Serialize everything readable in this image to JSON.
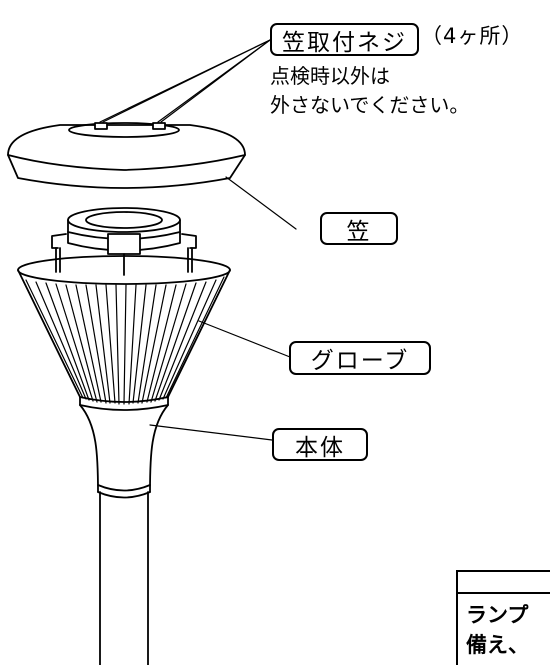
{
  "labels": {
    "mount_screw": "笠取付ネジ",
    "screw_count": "（4ヶ所）",
    "warning_line1": "点検時以外は",
    "warning_line2": "外さないでください。",
    "shade": "笠",
    "globe": "グローブ",
    "body": "本体"
  },
  "notice_box": {
    "line1": "ランプ",
    "line2": "備え、"
  }
}
